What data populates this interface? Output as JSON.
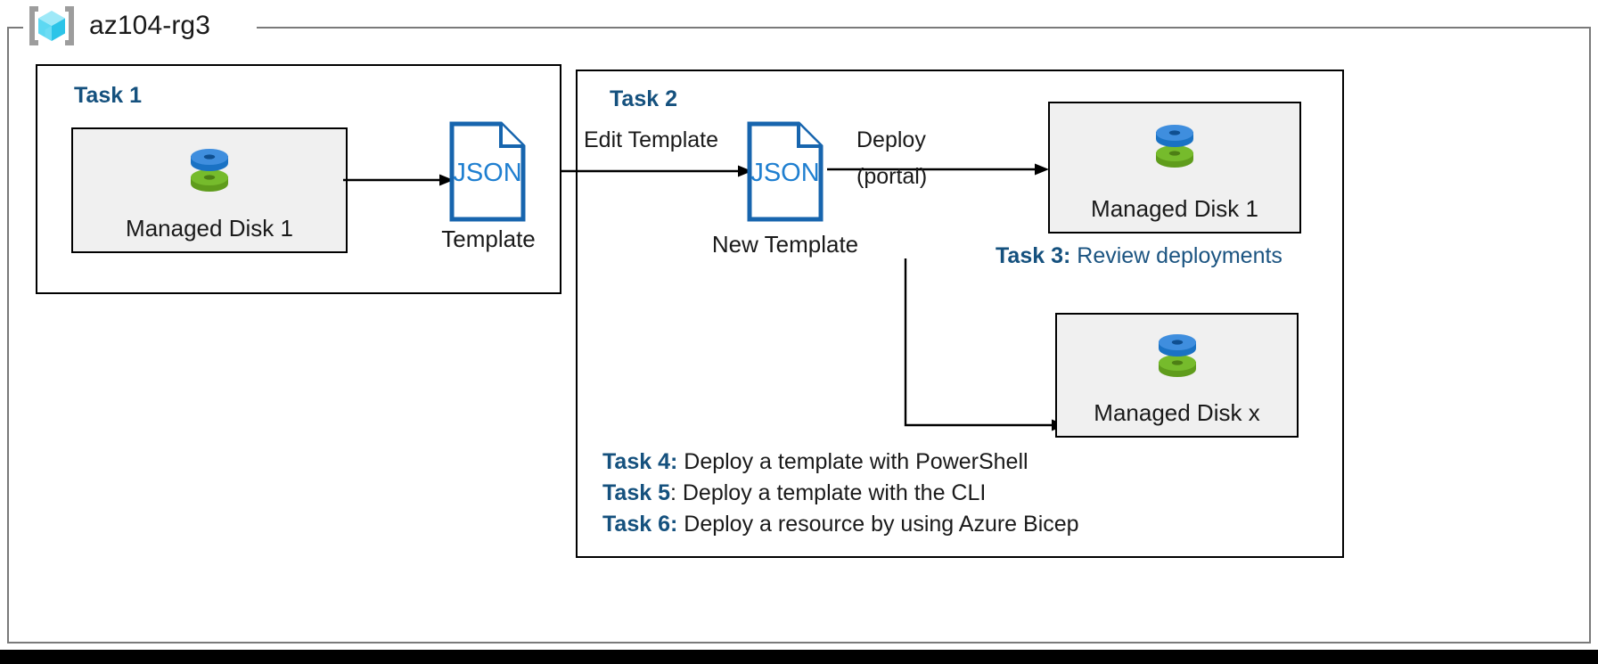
{
  "diagram": {
    "resource_group": {
      "name": "az104-rg3",
      "icon": "azure-resource-group-icon"
    },
    "task1": {
      "heading": "Task 1",
      "resource": {
        "label": "Managed Disk 1",
        "icon": "managed-disk-icon"
      },
      "template": {
        "doc_text": "JSON",
        "caption": "Template",
        "icon": "json-document-icon"
      }
    },
    "task2": {
      "heading": "Task 2",
      "edit_label": "Edit Template",
      "new_template": {
        "doc_text": "JSON",
        "caption": "New Template",
        "icon": "json-document-icon"
      },
      "deploy_label_line1": "Deploy",
      "deploy_label_line2": "(portal)",
      "deployed_disk_1": {
        "label": "Managed Disk 1",
        "icon": "managed-disk-icon"
      },
      "deployed_disk_x": {
        "label": "Managed Disk x",
        "icon": "managed-disk-icon"
      }
    },
    "notes": {
      "task3_key": "Task 3:",
      "task3_desc": " Review deployments",
      "task4_key": "Task 4:",
      "task4_desc": " Deploy a template with PowerShell",
      "task5_key": "Task 5",
      "task5_desc": ": Deploy a template with the CLI",
      "task6_key": "Task 6:",
      "task6_desc": " Deploy a resource by using Azure Bicep"
    }
  },
  "colors": {
    "task_heading_blue": "#15517e",
    "task3_desc_blue": "#1b5481",
    "json_blue": "#1668b8",
    "json_border_blue": "#1765ae",
    "disk_blue": "#3c8ddc",
    "disk_green": "#72b22c",
    "resource_box_fill": "#f0f0f0",
    "frame_gray": "#7a7a7a",
    "cube_cyan": "#5ce0f5"
  }
}
